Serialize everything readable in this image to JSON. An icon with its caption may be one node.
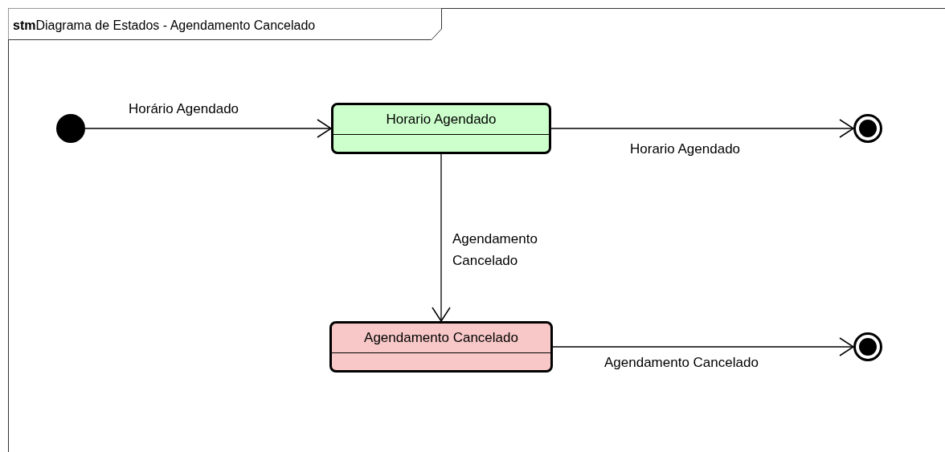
{
  "diagram": {
    "title": "**stm**Diagrama de Estados - Agendamento Cancelado",
    "nodes": [
      {
        "text": [],
        "shape": "circle"
      },
      {
        "text": [
          "Horario Agendado"
        ]
      },
      {
        "text": [],
        "shape": "bullseye"
      },
      {
        "text": [
          "Agendamento Cancelado"
        ]
      },
      {
        "text": [],
        "shape": "bullseye"
      }
    ],
    "edges": [
      {
        "from": 0,
        "to": 1,
        "arrow": "to",
        "label": "Horário Agendado"
      },
      {
        "from": 1,
        "to": 2,
        "arrow": "to",
        "label": "Horario Agendado"
      },
      {
        "from": 1,
        "to": 3,
        "arrow": "to",
        "label": "Agendamento Cancelado"
      },
      {
        "from": 3,
        "to": 4,
        "arrow": "to",
        "label": "Agendamento Cancelado"
      }
    ]
  }
}
